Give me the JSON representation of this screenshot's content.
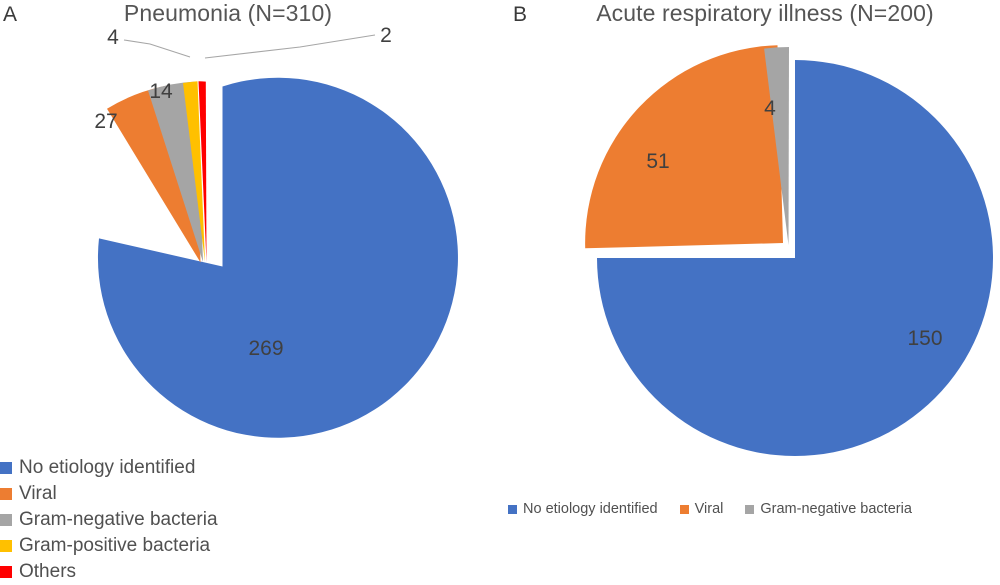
{
  "chart_data": [
    {
      "type": "pie",
      "panel": "A",
      "title": "Pneumonia (N=310)",
      "total": 310,
      "categories": [
        "No etiology identified",
        "Viral",
        "Gram-negative bacteria",
        "Gram-positive bacteria",
        "Others"
      ],
      "values": [
        269,
        27,
        14,
        4,
        2
      ],
      "labels": [
        "269",
        "27",
        "14",
        "4",
        "2"
      ],
      "colors": [
        "#4472C4",
        "#ED7D31",
        "#A5A5A5",
        "#FFC000",
        "#FF0000"
      ],
      "legend_position": "bottom",
      "start_angle_deg": 0,
      "direction": "clockwise",
      "exploded": [
        "No etiology identified"
      ],
      "callouts": [
        "Gram-positive bacteria",
        "Others"
      ]
    },
    {
      "type": "pie",
      "panel": "B",
      "title": "Acute respiratory illness (N=200)",
      "total": 200,
      "categories": [
        "No etiology identified",
        "Viral",
        "Gram-negative bacteria"
      ],
      "values": [
        150,
        51,
        4
      ],
      "labels": [
        "150",
        "51",
        "4"
      ],
      "colors": [
        "#4472C4",
        "#ED7D31",
        "#A5A5A5"
      ],
      "legend_position": "bottom",
      "start_angle_deg": 0,
      "direction": "clockwise",
      "exploded": [
        "Viral",
        "Gram-negative bacteria"
      ],
      "callouts": []
    }
  ],
  "panel_a": {
    "letter": "A",
    "title": "Pneumonia (N=310)",
    "slice_labels": {
      "no_etiology": "269",
      "viral": "27",
      "gram_negative": "14",
      "gram_positive": "4",
      "others": "2"
    },
    "legend": [
      {
        "label": "No etiology identified",
        "color": "#4472C4"
      },
      {
        "label": "Viral",
        "color": "#ED7D31"
      },
      {
        "label": "Gram-negative bacteria",
        "color": "#A5A5A5"
      },
      {
        "label": "Gram-positive bacteria",
        "color": "#FFC000"
      },
      {
        "label": "Others",
        "color": "#FF0000"
      }
    ]
  },
  "panel_b": {
    "letter": "B",
    "title": "Acute respiratory illness (N=200)",
    "slice_labels": {
      "no_etiology": "150",
      "viral": "51",
      "gram_negative": "4"
    },
    "legend": [
      {
        "label": "No etiology identified",
        "color": "#4472C4"
      },
      {
        "label": "Viral",
        "color": "#ED7D31"
      },
      {
        "label": "Gram-negative bacteria",
        "color": "#A5A5A5"
      }
    ]
  }
}
